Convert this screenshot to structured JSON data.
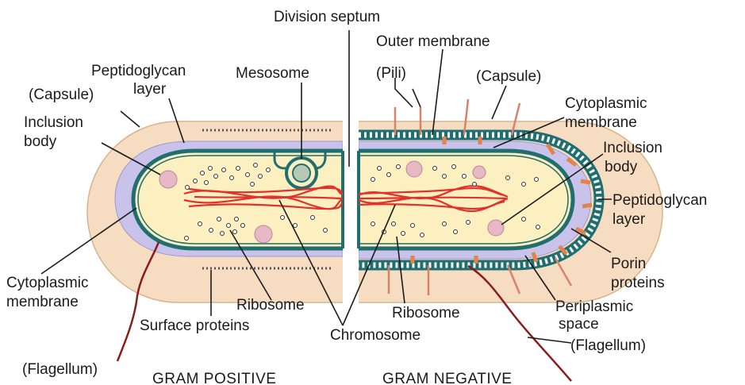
{
  "labels": {
    "division_septum": "Division septum",
    "outer_membrane": "Outer membrane",
    "peptidoglycan_layer_left_1": "Peptidoglycan",
    "peptidoglycan_layer_left_2": "layer",
    "mesosome": "Mesosome",
    "pili": "(Pili)",
    "capsule_left": "(Capsule)",
    "capsule_right": "(Capsule)",
    "inclusion_body_left_1": "Inclusion",
    "inclusion_body_left_2": "body",
    "cytoplasmic_membrane_right_1": "Cytoplasmic",
    "cytoplasmic_membrane_right_2": "membrane",
    "inclusion_body_right_1": "Inclusion",
    "inclusion_body_right_2": "body",
    "peptidoglycan_layer_right_1": "Peptidoglycan",
    "peptidoglycan_layer_right_2": "layer",
    "porin_proteins_1": "Porin",
    "porin_proteins_2": "proteins",
    "cytoplasmic_membrane_left_1": "Cytoplasmic",
    "cytoplasmic_membrane_left_2": "membrane",
    "ribosome_left": "Ribosome",
    "ribosome_right": "Ribosome",
    "periplasmic_space_1": "Periplasmic",
    "periplasmic_space_2": "space",
    "surface_proteins": "Surface proteins",
    "chromosome": "Chromosome",
    "flagellum_right": "(Flagellum)",
    "flagellum_left": "(Flagellum)",
    "gram_positive": "GRAM POSITIVE",
    "gram_negative": "GRAM NEGATIVE"
  },
  "colors": {
    "capsule": "#f6dcc0",
    "peptidoglycan": "#c9c3ec",
    "cytoplasm": "#fdf0c0",
    "membrane": "#1f6e70",
    "chromosome": "#e0322a",
    "inclusion": "#e7b9c7",
    "porin": "#e2844a",
    "flagellum": "#8b1c1c"
  }
}
